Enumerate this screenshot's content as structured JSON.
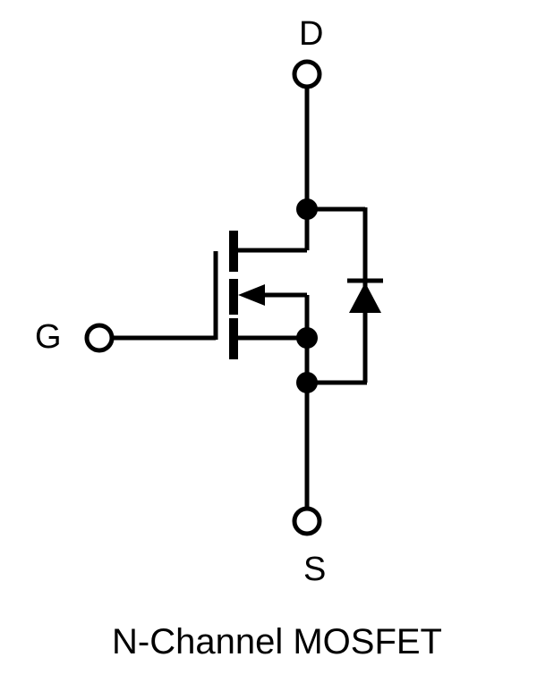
{
  "labels": {
    "drain": "D",
    "gate": "G",
    "source": "S"
  },
  "caption": "N-Channel MOSFET",
  "colors": {
    "stroke": "#000000",
    "background": "#ffffff"
  }
}
